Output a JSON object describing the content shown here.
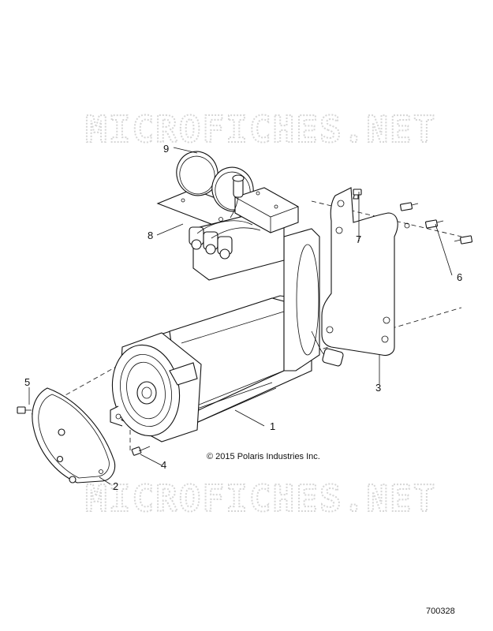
{
  "watermarks": [
    "MICROFICHES.NET",
    "MICROFICHES.NET"
  ],
  "callouts": [
    {
      "number": "1",
      "part": "motor"
    },
    {
      "number": "2",
      "part": "end-plate"
    },
    {
      "number": "3",
      "part": "mounting-bracket"
    },
    {
      "number": "4",
      "part": "screw"
    },
    {
      "number": "5",
      "part": "screw"
    },
    {
      "number": "6",
      "part": "bolt"
    },
    {
      "number": "7",
      "part": "bolt"
    },
    {
      "number": "8",
      "part": "strap-bracket"
    },
    {
      "number": "9",
      "part": "hose-clamps"
    }
  ],
  "copyright": "© 2015 Polaris Industries Inc.",
  "figure_number": "700328"
}
